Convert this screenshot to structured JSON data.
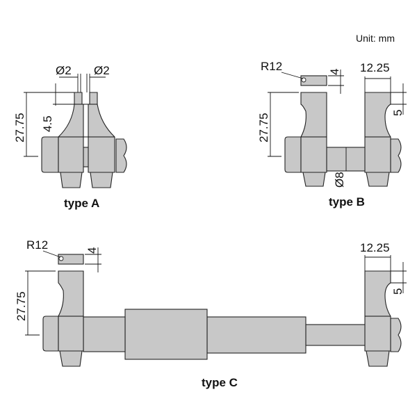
{
  "unit_label": "Unit: mm",
  "type_a": {
    "caption": "type A",
    "dim_tip_left": "Ø2",
    "dim_tip_right": "Ø2",
    "dim_tip_height": "4.5",
    "dim_height": "27.75"
  },
  "type_b": {
    "caption": "type B",
    "dim_radius": "R12",
    "dim_gauge": "4",
    "dim_width": "12.25",
    "dim_notch": "5",
    "dim_height": "27.75",
    "dim_spindle": "Ø8"
  },
  "type_c": {
    "caption": "type C",
    "dim_radius": "R12",
    "dim_gauge": "4",
    "dim_width": "12.25",
    "dim_notch": "5",
    "dim_height": "27.75"
  }
}
